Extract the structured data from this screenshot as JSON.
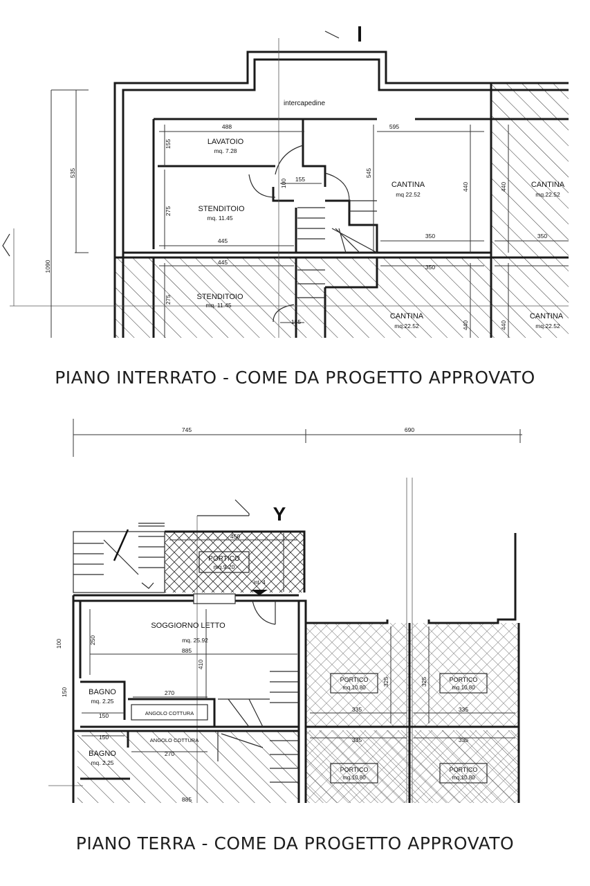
{
  "basement": {
    "caption": "PIANO INTERRATO - COME DA PROGETTO APPROVATO",
    "intercapedine": "intercapedine",
    "rooms": [
      {
        "name": "LAVATOIO",
        "area": "mq. 7.28"
      },
      {
        "name": "STENDITOIO",
        "area": "mq. 11.45"
      },
      {
        "name": "CANTINA",
        "area": "mq 22.52"
      },
      {
        "name": "CANTINA",
        "area": "mq.22.52"
      },
      {
        "name": "STENDITOIO",
        "area": "mq. 11.45"
      },
      {
        "name": "CANTINA",
        "area": "mq.22.52"
      },
      {
        "name": "CANTINA",
        "area": "mq.22.52"
      }
    ],
    "dims": {
      "d488": "488",
      "d595": "595",
      "d155": "155",
      "d275": "275",
      "d445": "445",
      "d545": "545",
      "d440": "440",
      "d350": "350",
      "d1090": "1090",
      "d535": "535",
      "d100": "100",
      "d155b": "155",
      "d440b": "440",
      "d350b": "350",
      "d350c": "350",
      "d445b": "445",
      "d275b": "275",
      "d155c": "155",
      "d440c": "440",
      "d440d": "440"
    }
  },
  "ground": {
    "caption": "PIANO TERRA - COME DA PROGETTO APPROVATO",
    "section_mark": "Y",
    "rooms": [
      {
        "name": "PORTICO",
        "area": "mq.9.20"
      },
      {
        "name": "SOGGIORNO LETTO",
        "area": "mq. 25.92"
      },
      {
        "name": "BAGNO",
        "area": "mq. 2.25"
      },
      {
        "name": "ANGOLO COTTURA",
        "area": ""
      },
      {
        "name": "ANGOLO COTTURA",
        "area": ""
      },
      {
        "name": "BAGNO",
        "area": "mq. 2.25"
      },
      {
        "name": "PORTICO",
        "area": "mq.10.80"
      },
      {
        "name": "PORTICO",
        "area": "mq.10.80"
      },
      {
        "name": "PORTICO",
        "area": "mq.10.80"
      },
      {
        "name": "PORTICO",
        "area": "mq.10.80"
      }
    ],
    "dims": {
      "d745": "745",
      "d690": "690",
      "d450": "450",
      "d250": "250",
      "d885": "885",
      "d410": "410",
      "d270": "270",
      "d150": "150",
      "d270b": "270",
      "d150b": "150",
      "d335": "335",
      "d335b": "335",
      "d335c": "335",
      "d335d": "335",
      "d325": "325",
      "d325b": "325",
      "d885b": "885",
      "d150c": "150",
      "d100": "100",
      "hint": "int. 4"
    }
  },
  "colors": {
    "ink": "#1a1a1a",
    "paper": "#ffffff",
    "hatch": "#2a2a2a"
  }
}
